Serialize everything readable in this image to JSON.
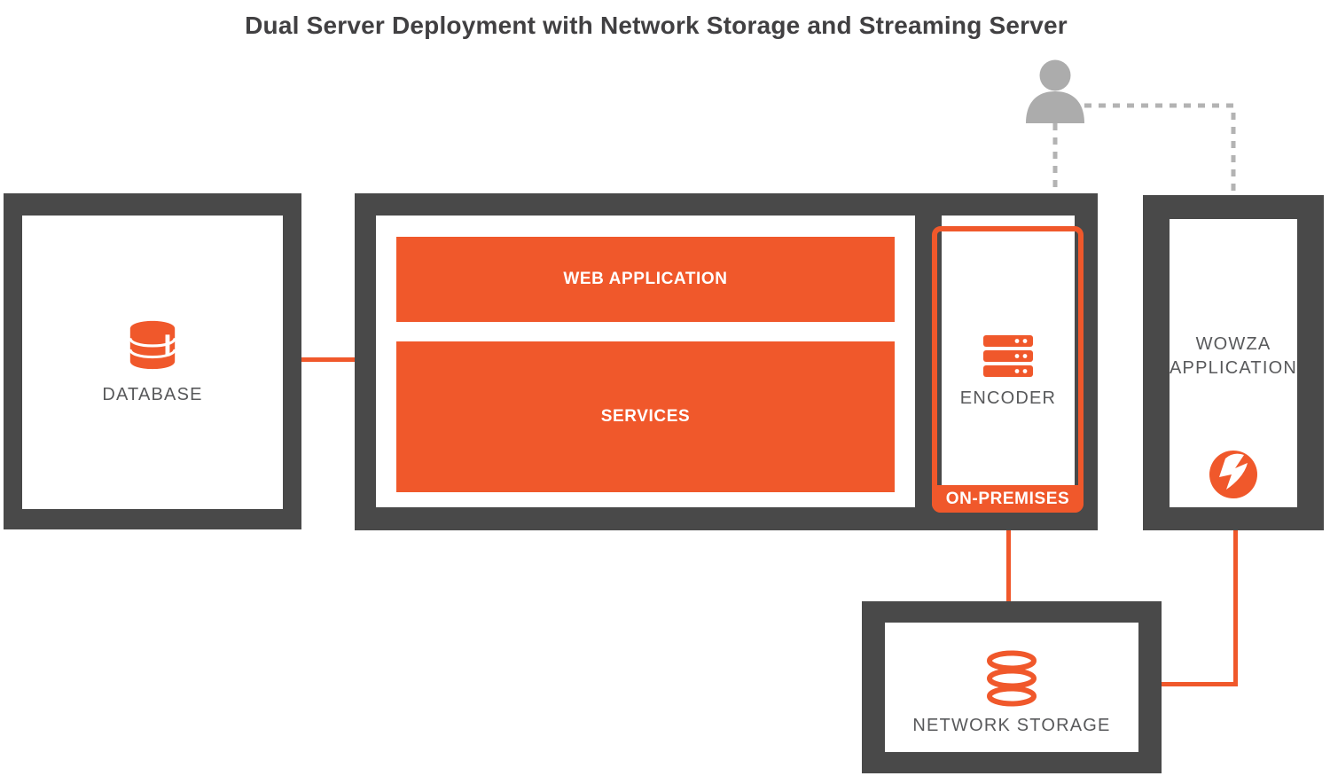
{
  "title": "Dual Server Deployment with Network Storage and Streaming Server",
  "colors": {
    "orange": "#F0582B",
    "frame_gray": "#494949",
    "label_gray": "#58595B",
    "dashed_gray": "#B3B3B3",
    "person_gray": "#ACACAC"
  },
  "nodes": {
    "database": {
      "label": "DATABASE",
      "icon": "database-icon"
    },
    "app_server": {
      "web_application": {
        "label": "WEB APPLICATION"
      },
      "services": {
        "label": "SERVICES"
      }
    },
    "encoder": {
      "label": "ENCODER",
      "badge": "ON-PREMISES",
      "icon": "server-rack-icon"
    },
    "wowza": {
      "label": "WOWZA\nAPPLICATION",
      "icon": "wowza-logo-icon"
    },
    "network_storage": {
      "label": "NETWORK STORAGE",
      "icon": "storage-disks-icon"
    }
  },
  "actors": {
    "user": {
      "icon": "person-icon"
    }
  }
}
